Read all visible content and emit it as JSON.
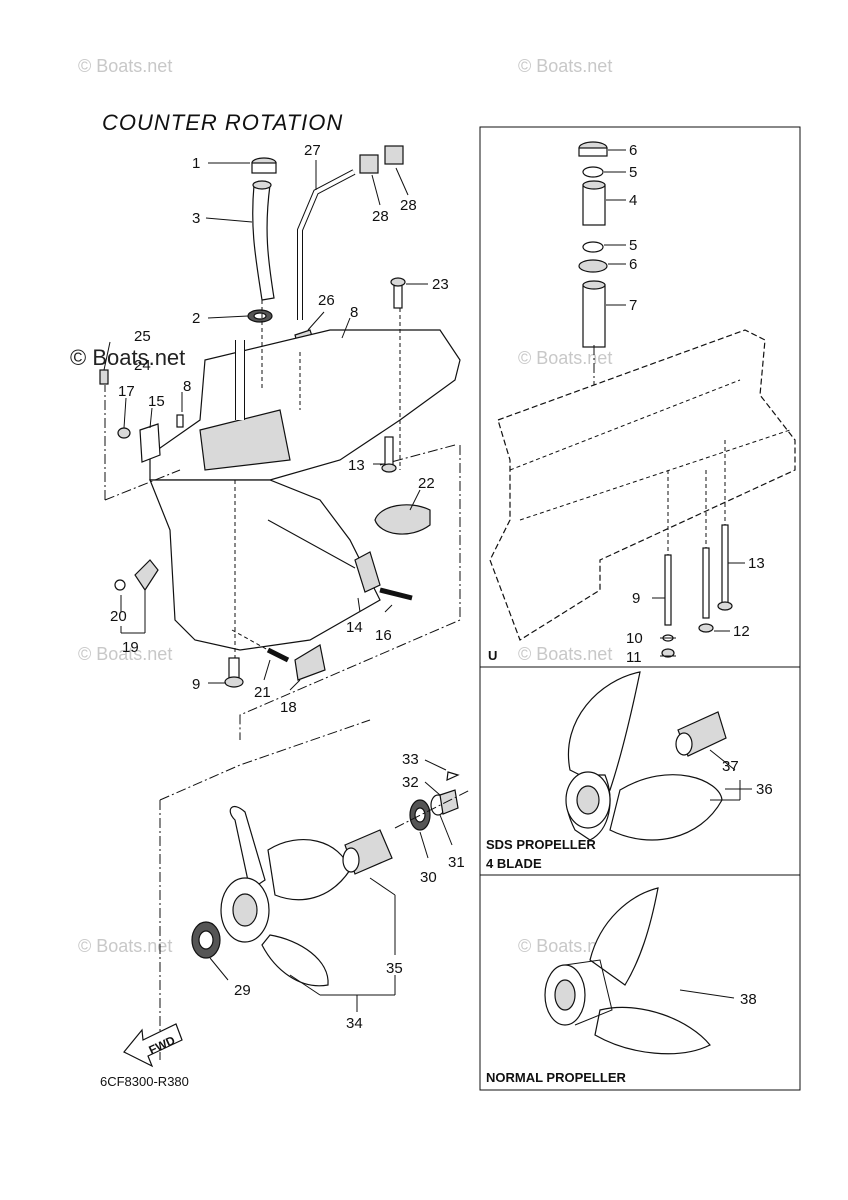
{
  "title": "COUNTER ROTATION",
  "watermark": "© Boats.net",
  "drawing_code": "6CF8300-R380",
  "fwd_label": "FWD",
  "panels": {
    "u_label": "U",
    "sds_label_line1": "SDS PROPELLER",
    "sds_label_line2": "4 BLADE",
    "normal_label": "NORMAL PROPELLER"
  },
  "main_parts": {
    "p1": "1",
    "p2": "2",
    "p3": "3",
    "p8a": "8",
    "p8b": "8",
    "p9": "9",
    "p13": "13",
    "p14": "14",
    "p15": "15",
    "p16": "16",
    "p17": "17",
    "p18": "18",
    "p19": "19",
    "p20": "20",
    "p21": "21",
    "p22": "22",
    "p23": "23",
    "p24": "24",
    "p25": "25",
    "p26": "26",
    "p27": "27",
    "p28a": "28",
    "p28b": "28",
    "p29": "29",
    "p30": "30",
    "p31": "31",
    "p32": "32",
    "p33": "33",
    "p34": "34",
    "p35": "35"
  },
  "u_parts": {
    "p6a": "6",
    "p5a": "5",
    "p4": "4",
    "p5b": "5",
    "p6b": "6",
    "p7": "7",
    "p13": "13",
    "p9": "9",
    "p12": "12",
    "p10": "10",
    "p11": "11"
  },
  "sds_parts": {
    "p37": "37",
    "p36": "36"
  },
  "normal_parts": {
    "p38": "38"
  }
}
